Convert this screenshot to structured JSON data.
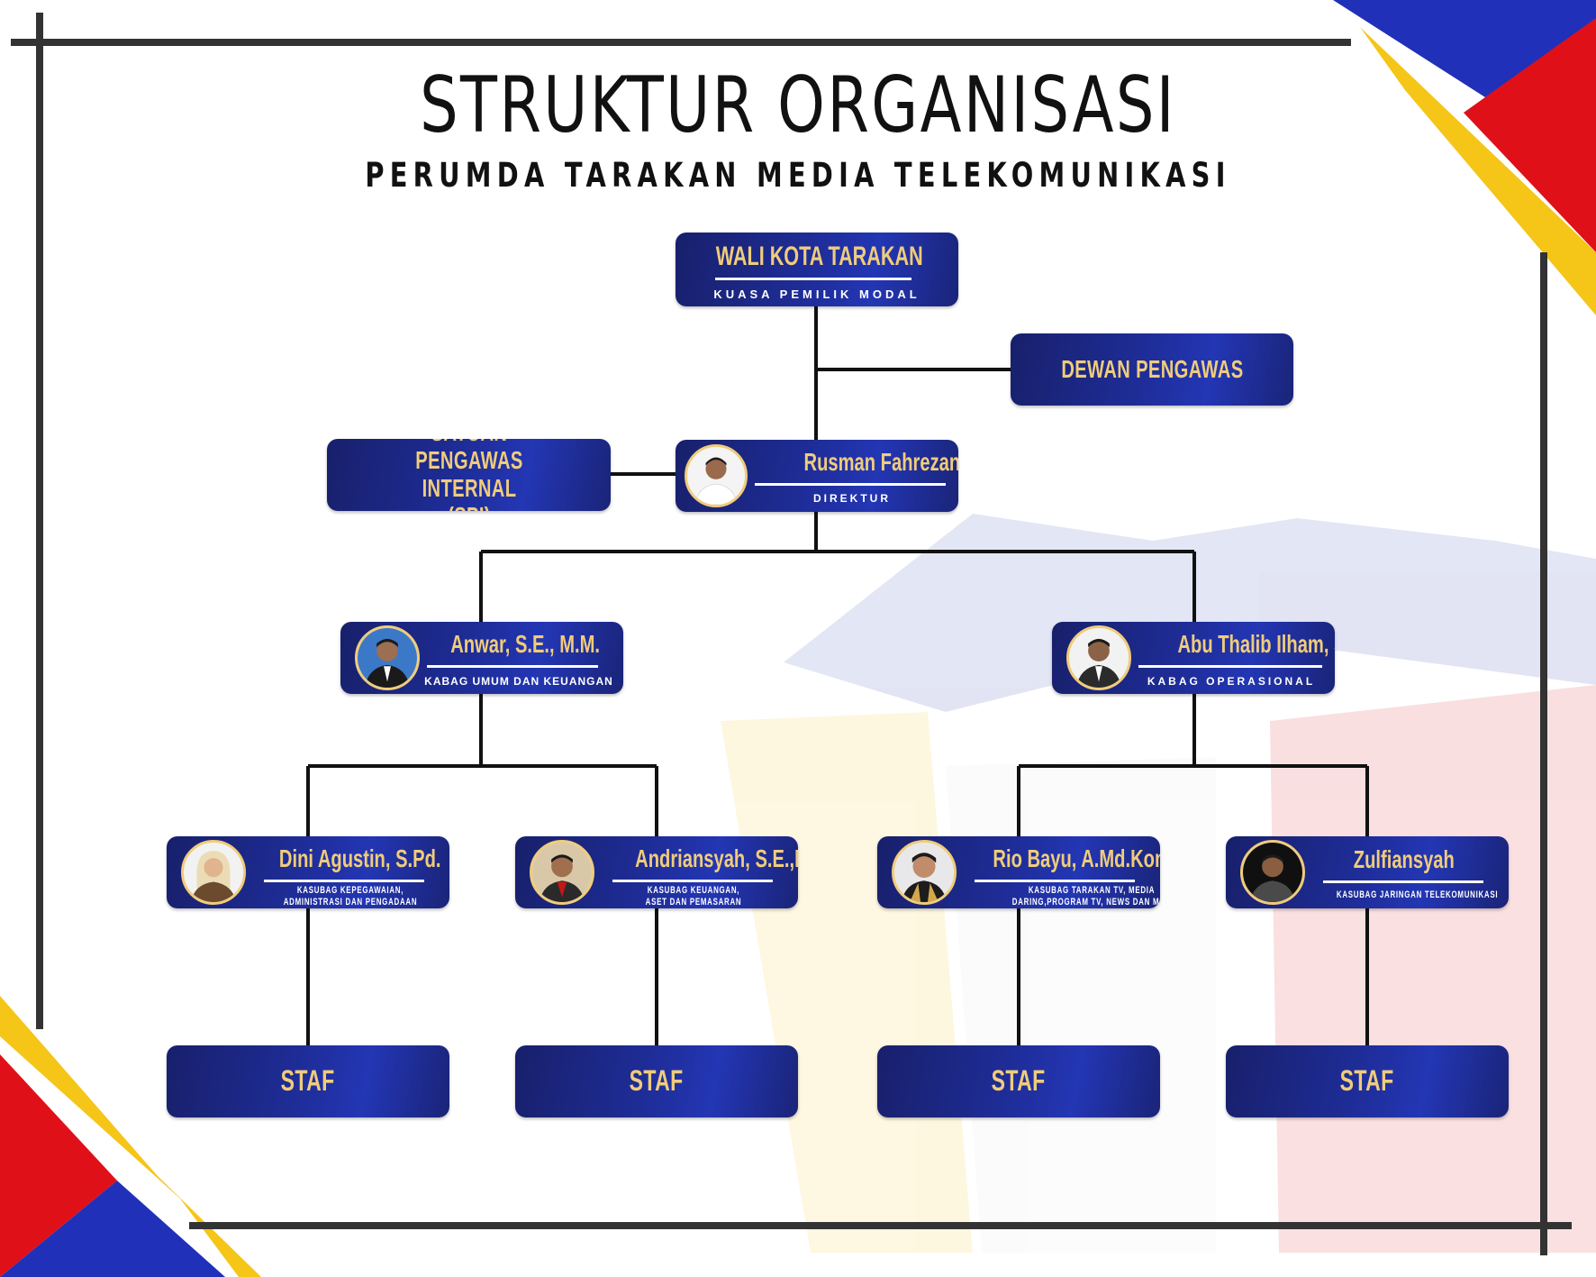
{
  "title": "STRUKTUR ORGANISASI",
  "subtitle": "PERUMDA TARAKAN MEDIA TELEKOMUNIKASI",
  "nodes": {
    "walikota": {
      "title": "WALI KOTA TARAKAN",
      "role": "KUASA PEMILIK MODAL"
    },
    "dewan": {
      "title": "DEWAN PENGAWAS"
    },
    "spi": {
      "title": "SATUAN PENGAWAS INTERNAL (SPI)"
    },
    "direktur": {
      "name": "Rusman Fahrezan Baliha, M.I.P.",
      "role": "DIREKTUR"
    },
    "anwar": {
      "name": "Anwar, S.E., M.M.",
      "role": "KABAG UMUM DAN KEUANGAN"
    },
    "abu": {
      "name": "Abu Thalib Ilham, SE, M.H.",
      "role": "KABAG OPERASIONAL"
    },
    "dini": {
      "name": "Dini Agustin, S.Pd.",
      "role": "KASUBAG KEPEGAWAIAN, ADMINISTRASI DAN PENGADAAN"
    },
    "andri": {
      "name": "Andriansyah, S.E.,M.M.",
      "role": "KASUBAG KEUANGAN, ASET DAN PEMASARAN"
    },
    "rio": {
      "name": "Rio Bayu, A.Md.Kom",
      "role": "KASUBAG TARAKAN TV, MEDIA DARING,PROGRAM TV, NEWS DAN MCR"
    },
    "zul": {
      "name": "Zulfiansyah",
      "role": "KASUBAG JARINGAN TELEKOMUNIKASI"
    },
    "staf1": {
      "title": "STAF"
    },
    "staf2": {
      "title": "STAF"
    },
    "staf3": {
      "title": "STAF"
    },
    "staf4": {
      "title": "STAF"
    }
  },
  "colors": {
    "box_dark": "#18206b",
    "box_light": "#2336b4",
    "gold": "#f0cc7a",
    "connector": "#111111",
    "frame": "#333333",
    "accent_red": "#e01018",
    "accent_blue": "#2130b8",
    "accent_yellow": "#f5c518"
  }
}
